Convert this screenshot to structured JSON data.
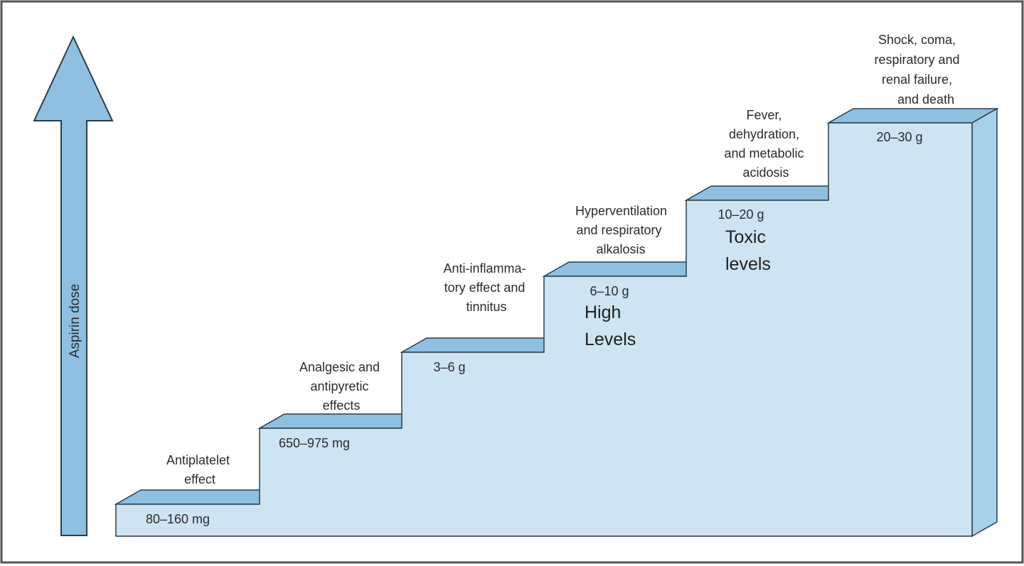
{
  "axis": {
    "label": "Aspirin dose"
  },
  "colors": {
    "front": "#cfe4f3",
    "top": "#8fc0e2",
    "side": "#a9d0ea",
    "arrow": "#8fc0e2",
    "edge": "#2a3d4a",
    "frame": "#555555"
  },
  "steps": [
    {
      "dose": "80–160 mg",
      "effect": [
        "Antiplatelet",
        "effect"
      ]
    },
    {
      "dose": "650–975 mg",
      "effect": [
        "Analgesic and",
        "antipyretic",
        "effects"
      ]
    },
    {
      "dose": "3–6 g",
      "effect": [
        "Anti-inflamma-",
        "tory effect and",
        "tinnitus"
      ]
    },
    {
      "dose": "6–10 g",
      "effect": [
        "Hyperventilation",
        "and respiratory",
        "alkalosis"
      ],
      "level": [
        "High",
        "Levels"
      ]
    },
    {
      "dose": "10–20 g",
      "effect": [
        "Fever,",
        "dehydration,",
        "and metabolic",
        "acidosis"
      ],
      "level": [
        "Toxic",
        "levels"
      ]
    },
    {
      "dose": "20–30 g",
      "effect": [
        "Shock, coma,",
        "respiratory and",
        "renal failure,",
        "and death"
      ]
    }
  ]
}
